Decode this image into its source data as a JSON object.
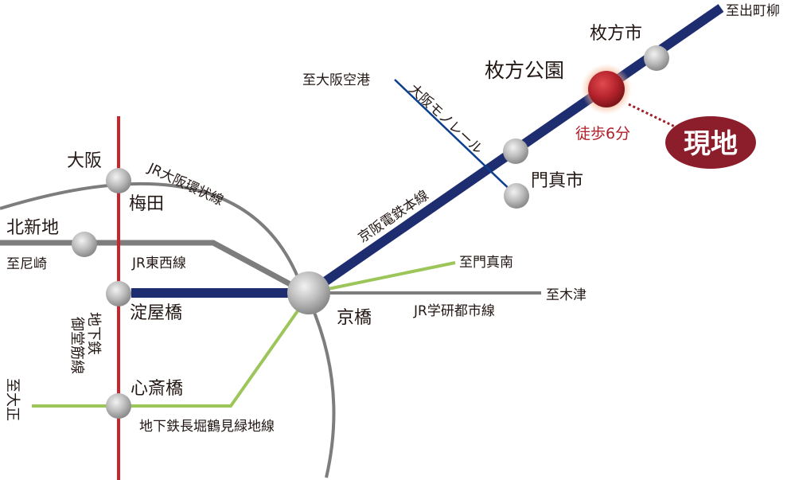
{
  "colors": {
    "keihan_line": "#1d2d70",
    "midosuji_line": "#c8262c",
    "loop_line": "#7d7d7d",
    "tozai_line": "#7d7d7d",
    "gakken_line": "#7d7d7d",
    "nagahori_line": "#9cc65a",
    "monorail_line": "#0c3f8e",
    "site_marker": "#b4232c",
    "site_badge": "#8c1e2b",
    "station_fill": "#b5b5b5"
  },
  "lines": {
    "jr_loop": "JR大阪環状線",
    "jr_tozai": "JR東西線",
    "keihan_main": "京阪電鉄本線",
    "monorail": "大阪モノレール",
    "gakken": "JR学研都市線",
    "nagahori": "地下鉄長堀鶴見緑地線",
    "midosuji_col1": "地下鉄",
    "midosuji_col2": "御堂筋線"
  },
  "stations": {
    "osaka": "大阪",
    "umeda": "梅田",
    "kitashinchi": "北新地",
    "yodoyabashi": "淀屋橋",
    "shinsaibashi": "心斎橋",
    "kyobashi": "京橋",
    "kadomashi": "門真市",
    "hirakatakoen": "枚方公園",
    "hirakatashi": "枚方市"
  },
  "destinations": {
    "demachiyanagi": "至出町柳",
    "osaka_airport": "至大阪空港",
    "amagasaki": "至尼崎",
    "kadomaminami": "至門真南",
    "kizu": "至木津",
    "taisho": "至大正"
  },
  "site": {
    "label": "現地",
    "walk": "徒歩6分"
  }
}
